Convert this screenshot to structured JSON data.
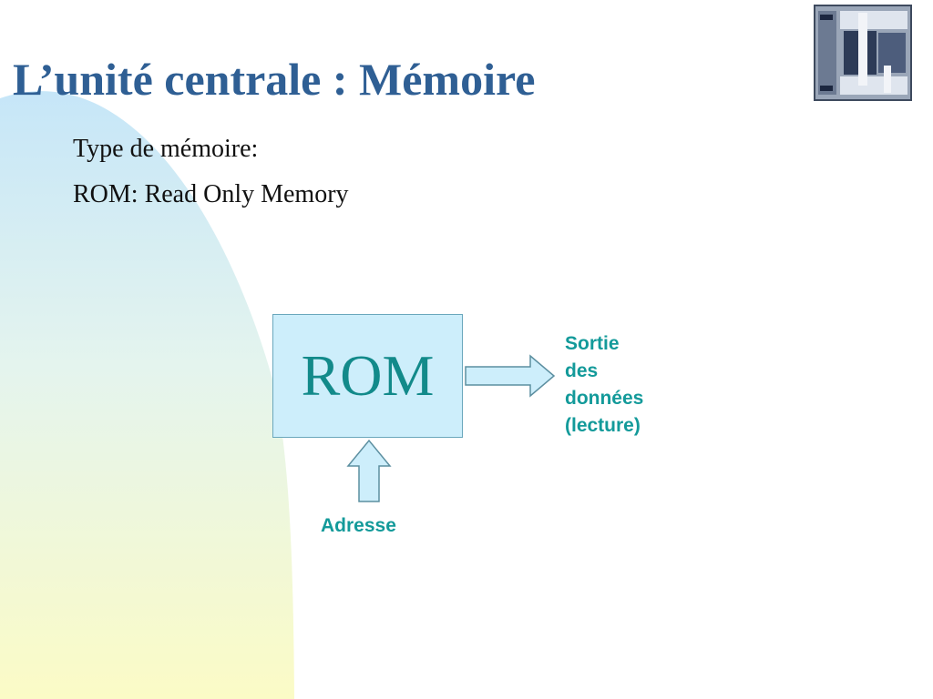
{
  "slide": {
    "title": "L’unité centrale : Mémoire",
    "bullets": [
      "Type de mémoire:",
      "ROM: Read Only Memory"
    ]
  },
  "diagram": {
    "box_label": "ROM",
    "output_label": [
      "Sortie",
      "des",
      "données",
      "(lecture)"
    ],
    "input_label": "Adresse"
  },
  "colors": {
    "title": "#2f5f94",
    "box_fill": "#cdeefb",
    "box_text": "#128a8a",
    "label_text": "#139a9a",
    "arrow_fill": "#cdeefb",
    "arrow_stroke": "#5c8fa0"
  },
  "icons": {
    "plc": "plc-device-icon"
  }
}
